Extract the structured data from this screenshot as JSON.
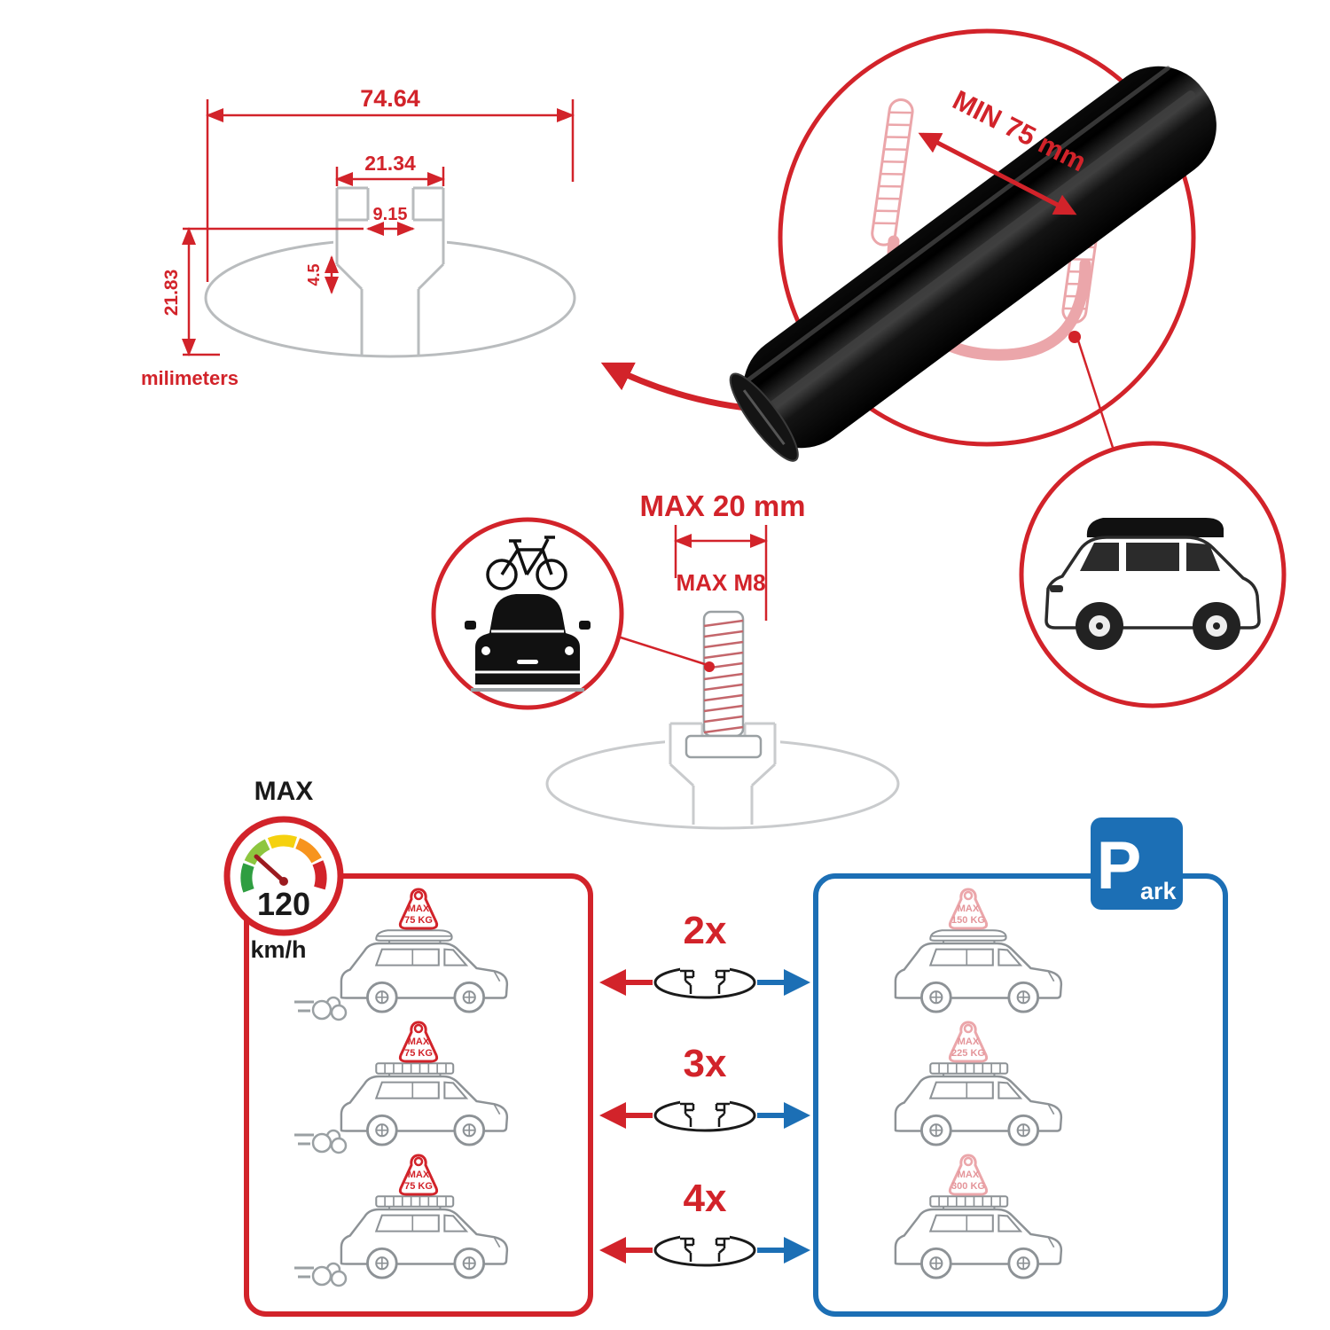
{
  "colors": {
    "red": "#d2232a",
    "blue": "#1c6fb5",
    "pink": "#eba6aa",
    "gray": "#b9bcbe",
    "dark": "#1a1a1a"
  },
  "cross_section": {
    "total_width": "74.64",
    "channel_width": "21.34",
    "slot_width": "9.15",
    "lip_depth": "4.5",
    "profile_height": "21.83",
    "units": "milimeters"
  },
  "crossbar_detail": {
    "min_span_label": "MIN 75 mm"
  },
  "bolt_spec": {
    "max_width_label": "MAX 20 mm",
    "max_thread_label": "MAX M8"
  },
  "speed_limit": {
    "title": "MAX",
    "value": "120",
    "unit": "km/h"
  },
  "park_sign": {
    "letter": "P",
    "suffix": "ark"
  },
  "driving_panel": {
    "cars": [
      {
        "tag_label": "MAX",
        "tag_weight": "75 KG"
      },
      {
        "tag_label": "MAX",
        "tag_weight": "75 KG"
      },
      {
        "tag_label": "MAX",
        "tag_weight": "75 KG"
      }
    ]
  },
  "parked_panel": {
    "cars": [
      {
        "tag_label": "MAX",
        "tag_weight": "150 KG"
      },
      {
        "tag_label": "MAX",
        "tag_weight": "225 KG"
      },
      {
        "tag_label": "MAX",
        "tag_weight": "300 KG"
      }
    ]
  },
  "bar_counts": [
    "2x",
    "3x",
    "4x"
  ]
}
